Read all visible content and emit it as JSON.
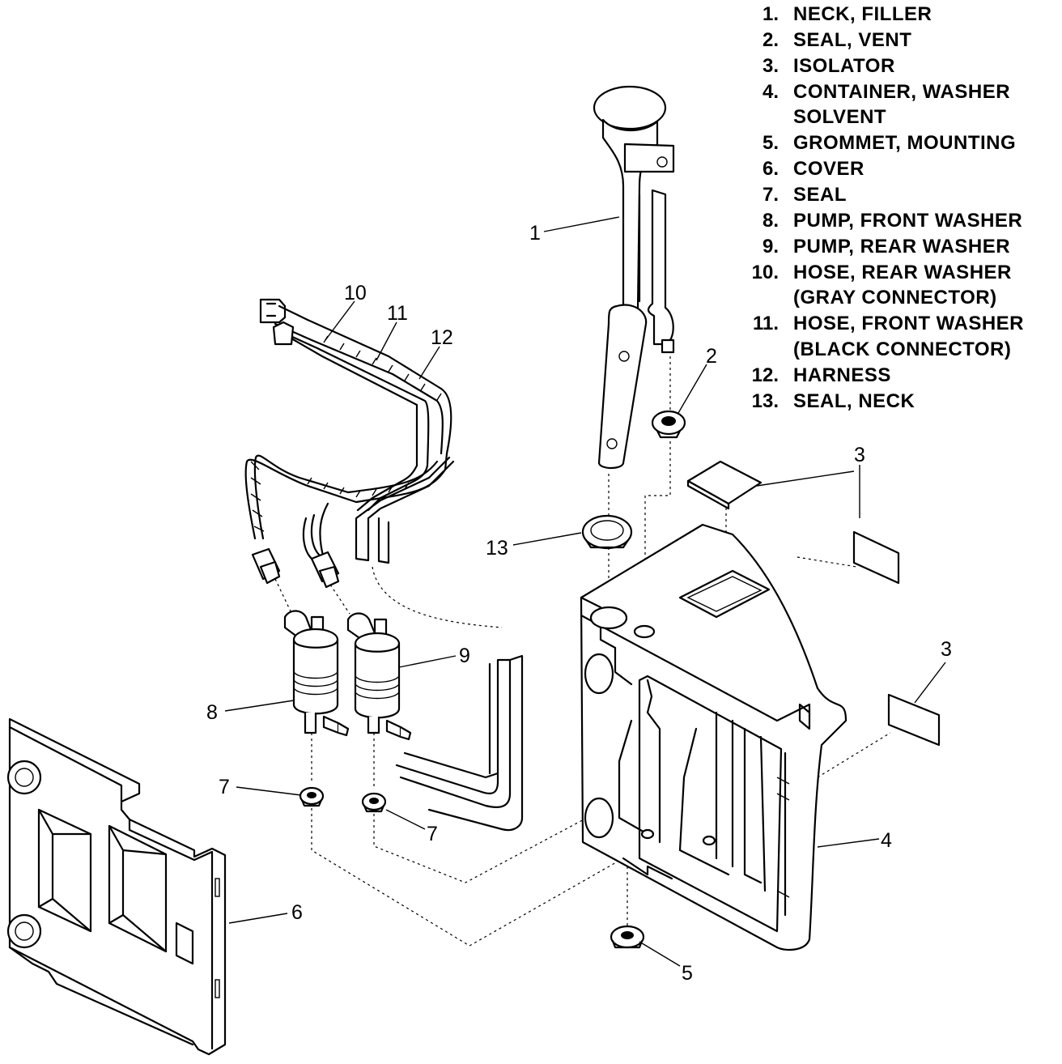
{
  "legend": {
    "items": [
      {
        "num": "1.",
        "lines": [
          "NECK, FILLER"
        ]
      },
      {
        "num": "2.",
        "lines": [
          "SEAL, VENT"
        ]
      },
      {
        "num": "3.",
        "lines": [
          "ISOLATOR"
        ]
      },
      {
        "num": "4.",
        "lines": [
          "CONTAINER, WASHER",
          "SOLVENT"
        ]
      },
      {
        "num": "5.",
        "lines": [
          "GROMMET, MOUNTING"
        ]
      },
      {
        "num": "6.",
        "lines": [
          "COVER"
        ]
      },
      {
        "num": "7.",
        "lines": [
          "SEAL"
        ]
      },
      {
        "num": "8.",
        "lines": [
          "PUMP, FRONT WASHER"
        ]
      },
      {
        "num": "9.",
        "lines": [
          "PUMP, REAR WASHER"
        ]
      },
      {
        "num": "10.",
        "lines": [
          "HOSE, REAR WASHER",
          "(GRAY CONNECTOR)"
        ]
      },
      {
        "num": "11.",
        "lines": [
          "HOSE, FRONT WASHER",
          "(BLACK CONNECTOR)"
        ]
      },
      {
        "num": "12.",
        "lines": [
          "HARNESS"
        ]
      },
      {
        "num": "13.",
        "lines": [
          "SEAL, NECK"
        ]
      }
    ]
  },
  "callouts": {
    "c1": "1",
    "c2": "2",
    "c3a": "3",
    "c3b": "3",
    "c3c": "3",
    "c4": "4",
    "c5": "5",
    "c6": "6",
    "c7a": "7",
    "c7b": "7",
    "c8": "8",
    "c9": "9",
    "c10": "10",
    "c11": "11",
    "c12": "12",
    "c13": "13"
  }
}
